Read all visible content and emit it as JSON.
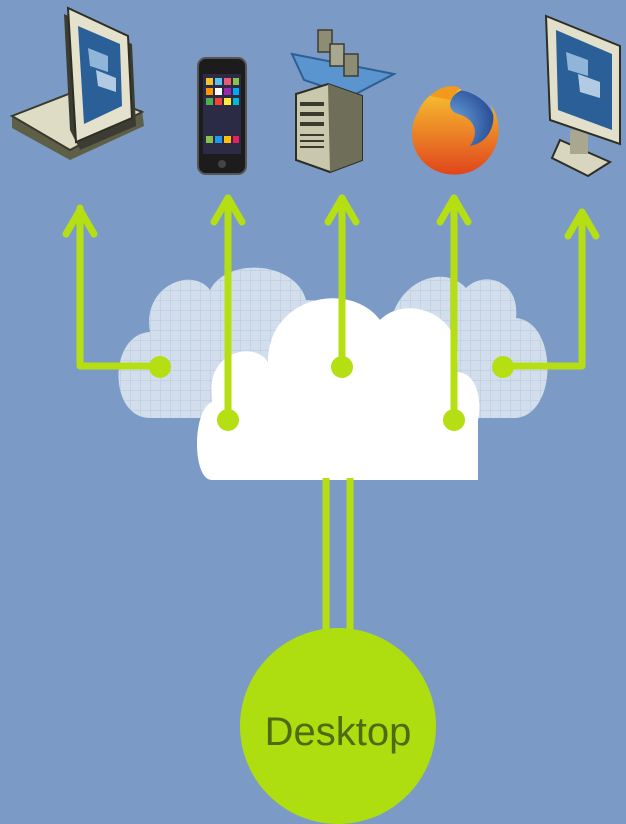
{
  "diagram": {
    "desktop_label": "Desktop",
    "colors": {
      "background": "#7b9bc6",
      "connector": "#b5df12",
      "cloud_main": "#ffffff",
      "cloud_back": "#d9e3f0",
      "desktop_circle": "#aede0f",
      "desktop_text": "#4f6b12"
    },
    "devices": [
      {
        "name": "laptop",
        "icon": "laptop-icon"
      },
      {
        "name": "smartphone",
        "icon": "smartphone-icon"
      },
      {
        "name": "server",
        "icon": "server-icon"
      },
      {
        "name": "browser",
        "icon": "browser-icon"
      },
      {
        "name": "monitor",
        "icon": "monitor-icon"
      }
    ]
  }
}
